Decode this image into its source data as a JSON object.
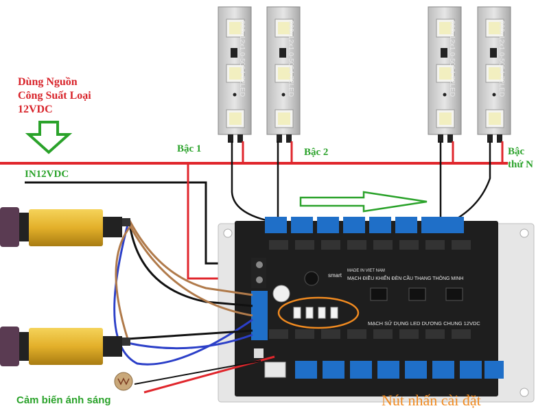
{
  "labels": {
    "power_line1": "Dùng Nguồn",
    "power_line2": "Công Suất Loại",
    "power_line3": "12VDC",
    "input": "IN12VDC",
    "step1": "Bậc 1",
    "step2": "Bậc 2",
    "stepN_line1": "Bậc",
    "stepN_line2": "thứ N",
    "light_sensor": "Cảm biến ánh sáng",
    "setup_button": "Nút nhấn cài đặt"
  },
  "led_strip_text": "990x12x1.0-5054-72LED",
  "board": {
    "made_in": "MADE IN VIET NAM",
    "title": "MẠCH ĐIỀU KHIỂN ĐÈN CẦU THANG THÔNG MINH",
    "subtitle": "MẠCH SỬ DỤNG LED DƯƠNG CHUNG 12VDC",
    "brand": "smart"
  },
  "colors": {
    "label_red": "#d8232a",
    "label_green": "#2aa22a",
    "button_label": "#f08a20",
    "pcb": "#1e1e1e",
    "terminal": "#1f6fc8",
    "sensor_body": "#e8b92a",
    "wire_red": "#e0262c",
    "wire_black": "#111111",
    "wire_blue": "#2b3fc8",
    "wire_brown": "#b07a4a"
  },
  "icons": {
    "power_arrow": "down-arrow-icon",
    "flow_arrow": "right-arrow-icon"
  }
}
